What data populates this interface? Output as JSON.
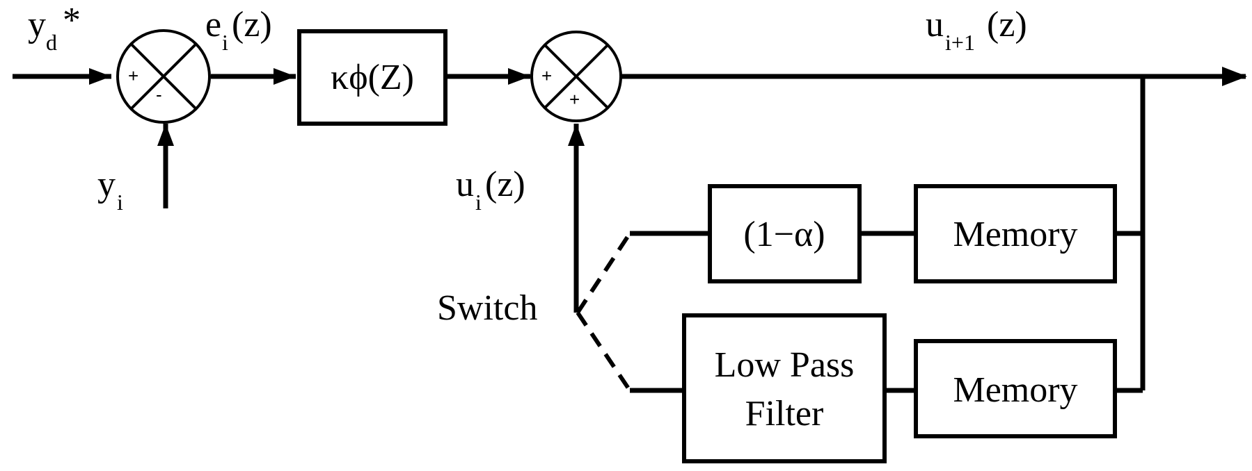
{
  "signals": {
    "yd": "y",
    "yd_sub": "d",
    "yd_star": "*",
    "ei": "e",
    "ei_sub": "i",
    "ei_arg": "(z)",
    "yi": "y",
    "yi_sub": "i",
    "ui1": "u",
    "ui1_sub": "i+1",
    "ui1_arg": "(z)",
    "ui": "u",
    "ui_sub": "i",
    "ui_arg": "(z)"
  },
  "blocks": {
    "gain": "κϕ(Z)",
    "one_minus_alpha": "(1−α)",
    "memory_top": "Memory",
    "memory_bottom": "Memory",
    "lpf_line1": "Low Pass",
    "lpf_line2": "Filter"
  },
  "switch_label": "Switch",
  "sum1_signs": {
    "top": "+",
    "bottom": "-"
  },
  "sum2_signs": {
    "top": "+",
    "bottom": "+"
  }
}
